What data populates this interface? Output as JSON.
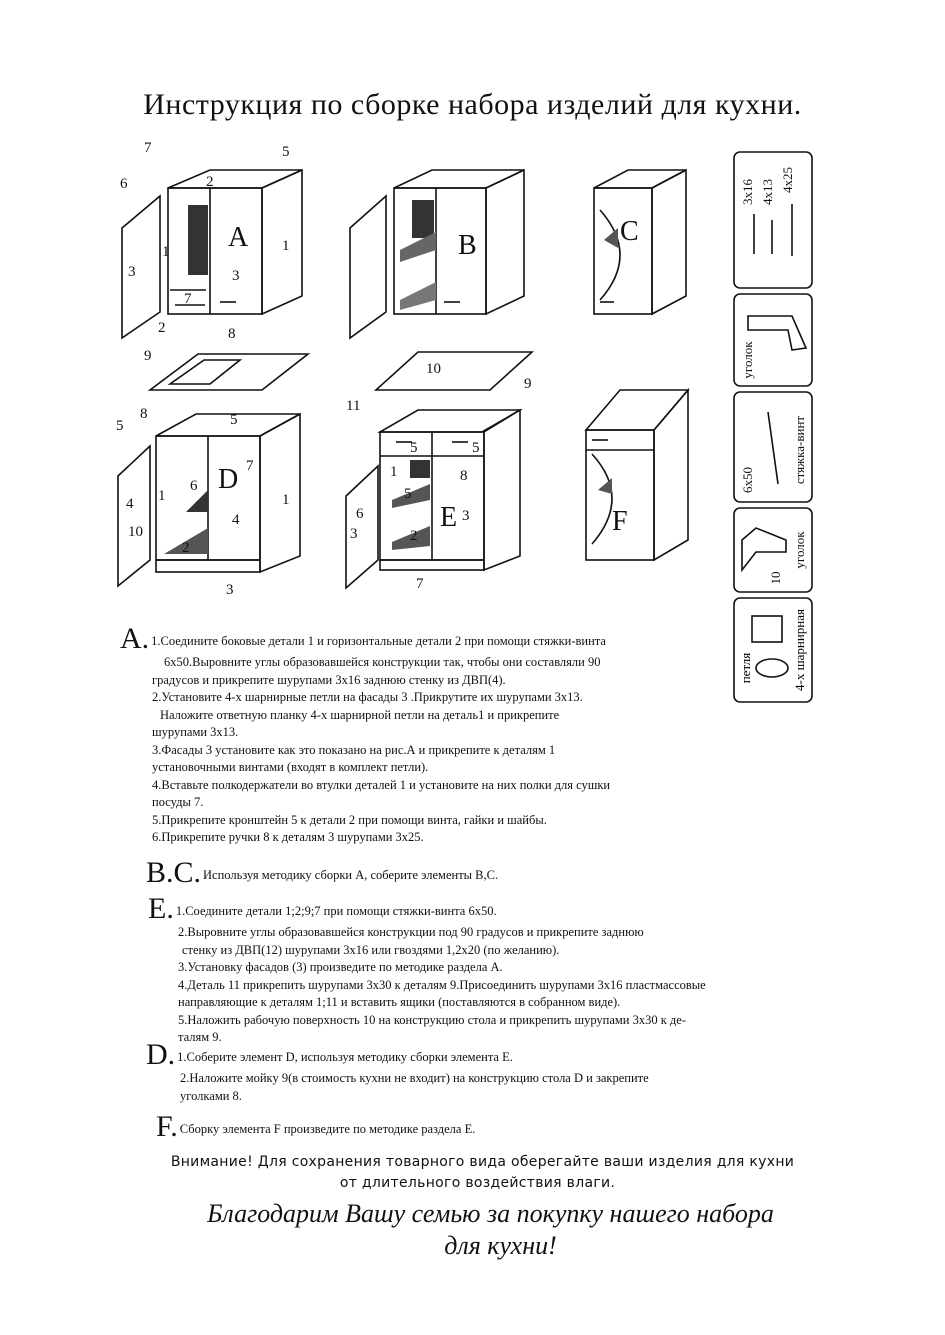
{
  "title": "Инструкция по сборке набора изделий для кухни.",
  "figures": {
    "letters": [
      "A",
      "B",
      "C",
      "D",
      "E",
      "F"
    ],
    "labels_A": [
      "7",
      "5",
      "6",
      "2",
      "1",
      "3",
      "1",
      "3",
      "7",
      "2",
      "8"
    ],
    "labels_top": [
      "9",
      "10",
      "11",
      "9"
    ],
    "labels_D": [
      "8",
      "5",
      "5",
      "7",
      "4",
      "1",
      "6",
      "1",
      "4",
      "10",
      "2",
      "3"
    ],
    "labels_E": [
      "5",
      "5",
      "1",
      "8",
      "6",
      "5",
      "3",
      "3",
      "2",
      "7"
    ]
  },
  "hardware": {
    "screws": [
      "3x16",
      "4x13",
      "4x25"
    ],
    "corner_big": "уголок",
    "tie": [
      "6x50",
      "стяжка-винт"
    ],
    "corner_small": [
      "10",
      "уголок"
    ],
    "hinge": [
      "петля",
      "4-х шарнирная"
    ]
  },
  "sections": {
    "A": {
      "letter": "A.",
      "lines": [
        "1.Соедините боковые детали 1 и горизонтальные детали 2 при помощи стяжки-винта",
        "6х50.Выровните углы образовавшейся конструкции так, чтобы они составляли 90",
        "градусов и прикрепите шурупами 3х16 заднюю стенку из ДВП(4).",
        "2.Установите 4-х шарнирные петли на фасады 3 .Прикрутите их шурупами 3х13.",
        "Наложите ответную планку 4-х шарнирной петли на деталь1 и прикрепите",
        "шурупами 3х13.",
        "3.Фасады 3 установите как это показано на рис.А и прикрепите к деталям 1",
        "установочными винтами (входят в комплект петли).",
        "4.Вставьте  полкодержатели во втулки деталей 1 и установите на них полки для сушки",
        "посуды 7.",
        "5.Прикрепите кронштейн 5 к детали 2 при помощи винта, гайки и шайбы.",
        "6.Прикрепите ручки 8 к деталям 3 шурупами 3х25."
      ]
    },
    "BC": {
      "letter": "B.C.",
      "text": "Используя методику сборки А, соберите элементы В,С."
    },
    "E": {
      "letter": "E.",
      "lines": [
        "1.Соедините детали 1;2;9;7 при помощи стяжки-винта 6х50.",
        "2.Выровните углы образовавшейся конструкции под 90 градусов и прикрепите заднюю",
        "стенку из ДВП(12) шурупами 3х16 или гвоздями 1,2х20 (по желанию).",
        "3.Установку фасадов (3) произведите по методике раздела А.",
        "4.Деталь 11 прикрепить шурупами 3х30 к деталям 9.Присоединить шурупами 3х16 пластмассовые",
        "направляющие к деталям 1;11 и вставить ящики (поставляются в собранном виде).",
        "5.Наложить рабочую поверхность 10 на конструкцию стола и прикрепить шурупами 3х30 к де-",
        "талям 9."
      ]
    },
    "D": {
      "letter": "D.",
      "lines": [
        "1.Соберите элемент D, используя методику сборки элемента Е.",
        "2.Наложите мойку 9(в стоимость кухни не входит) на конструкцию стола D и закрепите",
        "уголками 8."
      ]
    },
    "F": {
      "letter": "F.",
      "text": "Сборку элемента F произведите по методике раздела Е."
    }
  },
  "warning": [
    "Внимание! Для сохранения товарного вида оберегайте ваши изделия для кухни",
    "от длительного воздействия  влаги."
  ],
  "thanks": [
    "Благодарим Вашу семью за покупку нашего набора",
    "для кухни!"
  ]
}
